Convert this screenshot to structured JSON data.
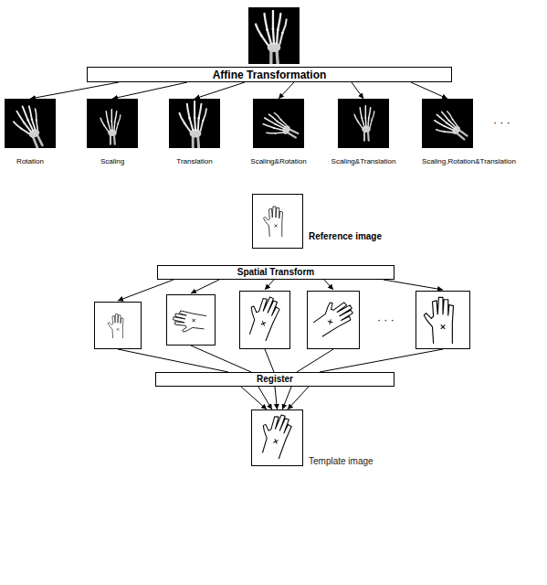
{
  "diagram": {
    "nodes": [
      {
        "text": [
          "Affine Transformation"
        ]
      },
      {
        "text": [
          "Rotation"
        ]
      },
      {
        "text": [
          "Scaling"
        ]
      },
      {
        "text": [
          "Translation"
        ]
      },
      {
        "text": [
          "Scaling&Rotation"
        ]
      },
      {
        "text": [
          "Scaling&Translation"
        ]
      },
      {
        "text": [
          "Scaling,Rotation&Translation"
        ]
      },
      {
        "text": [
          "Reference image"
        ]
      },
      {
        "text": [
          "Spatial Transform"
        ]
      },
      {
        "text": [
          "Register"
        ]
      },
      {
        "text": [
          "Template image"
        ]
      }
    ],
    "edges": [
      {
        "from": 0,
        "to": 1,
        "arrow": "to"
      },
      {
        "from": 0,
        "to": 2,
        "arrow": "to"
      },
      {
        "from": 0,
        "to": 3,
        "arrow": "to"
      },
      {
        "from": 0,
        "to": 4,
        "arrow": "to"
      },
      {
        "from": 0,
        "to": 5,
        "arrow": "to"
      },
      {
        "from": 0,
        "to": 6,
        "arrow": "to"
      },
      {
        "from": 9,
        "to": 10,
        "arrow": "to"
      },
      {
        "from": 9,
        "to": 10,
        "arrow": "to"
      },
      {
        "from": 9,
        "to": 10,
        "arrow": "to"
      },
      {
        "from": 9,
        "to": 10,
        "arrow": "to"
      },
      {
        "from": 9,
        "to": 10,
        "arrow": "to"
      }
    ],
    "labels": [
      "· · ·",
      "· · ·"
    ]
  }
}
